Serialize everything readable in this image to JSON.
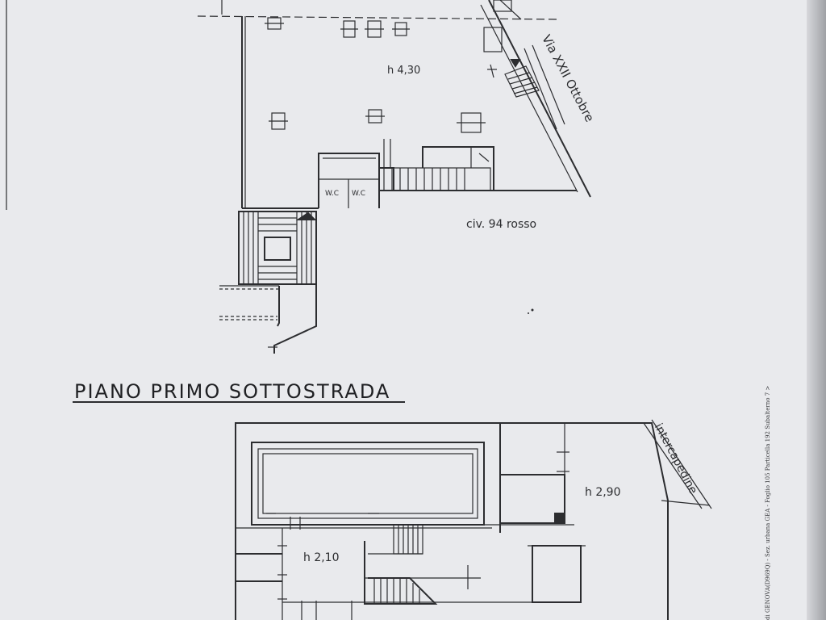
{
  "upper_plan": {
    "height_label": "h 4,30",
    "street_label": "Via XXII Ottobre",
    "wc_labels": [
      "W.C",
      "W.C"
    ],
    "civic_label": "civ. 94 rosso"
  },
  "section_title": "PIANO PRIMO SOTTOSTRADA",
  "lower_plan": {
    "height_label_right": "h 2,90",
    "height_label_left": "h 2,10",
    "intercapedine_label": "intercapedine"
  },
  "side_note": "di GENOVA(D969Q) - Sez. urbana GEA - Foglio 105 Particella 192 Subalterno 7 >"
}
